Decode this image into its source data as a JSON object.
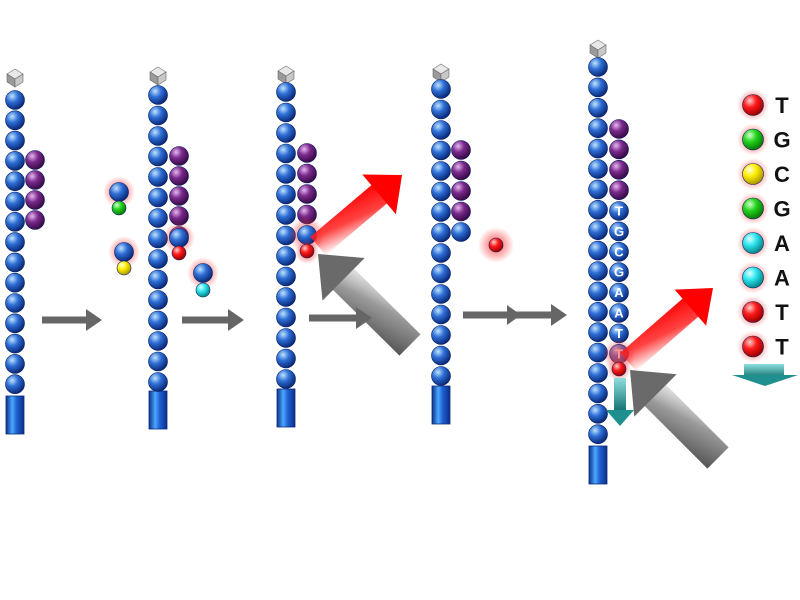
{
  "colors": {
    "strand_bead": "#2f6fd6",
    "primer_bead": "#7a2a8c",
    "red": "#ff1a1a",
    "green": "#22d41c",
    "yellow": "#ffee00",
    "cyan": "#2ee6ee",
    "arrow_gray": "#666666",
    "teal": "#1f8f8f"
  },
  "legend": [
    {
      "base": "T",
      "color": "red"
    },
    {
      "base": "G",
      "color": "green"
    },
    {
      "base": "C",
      "color": "yellow"
    },
    {
      "base": "G",
      "color": "green"
    },
    {
      "base": "A",
      "color": "cyan"
    },
    {
      "base": "A",
      "color": "cyan"
    },
    {
      "base": "T",
      "color": "red"
    },
    {
      "base": "T",
      "color": "red"
    }
  ],
  "read_sequence": [
    "T",
    "G",
    "C",
    "G",
    "A",
    "A",
    "T",
    "T"
  ],
  "icons": {
    "step_arrow": "right-arrow-icon",
    "light_emission": "light-arrow-icon",
    "cleavage": "cleavage-arrow-icon",
    "anchor": "gem-cap-icon"
  }
}
